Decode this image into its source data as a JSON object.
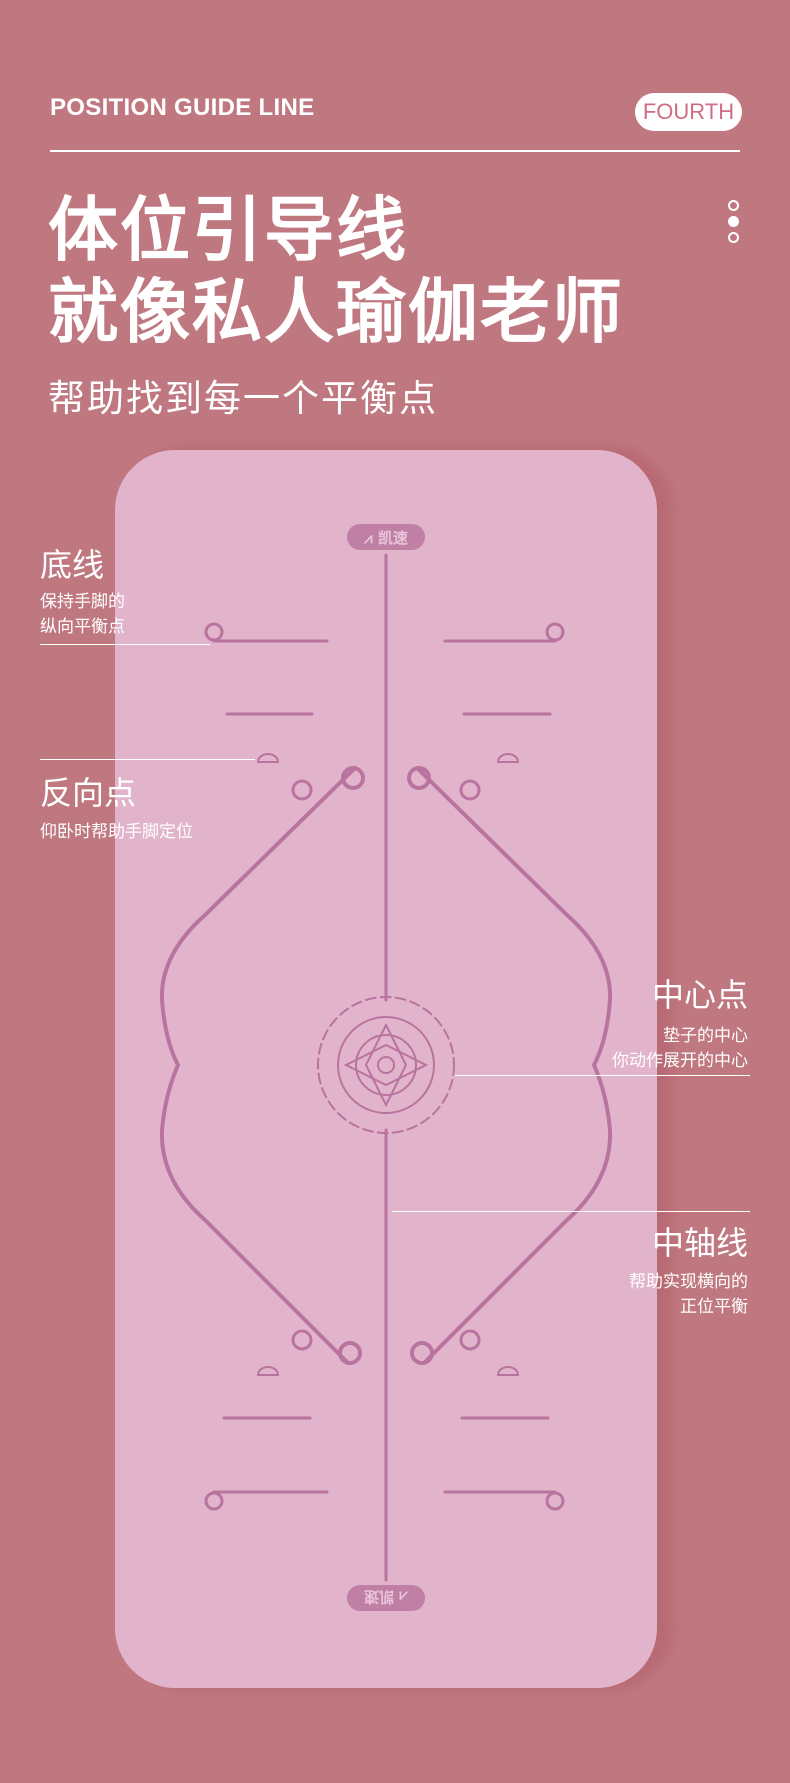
{
  "header": {
    "eyebrow": "POSITION GUIDE LINE",
    "badge": "FOURTH"
  },
  "title": {
    "line1": "体位引导线",
    "line2": "就像私人瑜伽老师",
    "subtitle": "帮助找到每一个平衡点"
  },
  "pager": {
    "total": 3,
    "active": 2
  },
  "mat": {
    "logo_text": "凯速",
    "color": "#e2b4cb",
    "line_color": "#b9739f"
  },
  "callouts": [
    {
      "title": "底线",
      "desc": [
        "保持手脚的",
        "纵向平衡点"
      ]
    },
    {
      "title": "反向点",
      "desc": [
        "仰卧时帮助手脚定位"
      ]
    },
    {
      "title": "中心点",
      "desc": [
        "垫子的中心",
        "你动作展开的中心"
      ]
    },
    {
      "title": "中轴线",
      "desc": [
        "帮助实现横向的",
        "正位平衡"
      ]
    }
  ],
  "colors": {
    "background": "#c07880",
    "badge_text": "#d06c86"
  }
}
